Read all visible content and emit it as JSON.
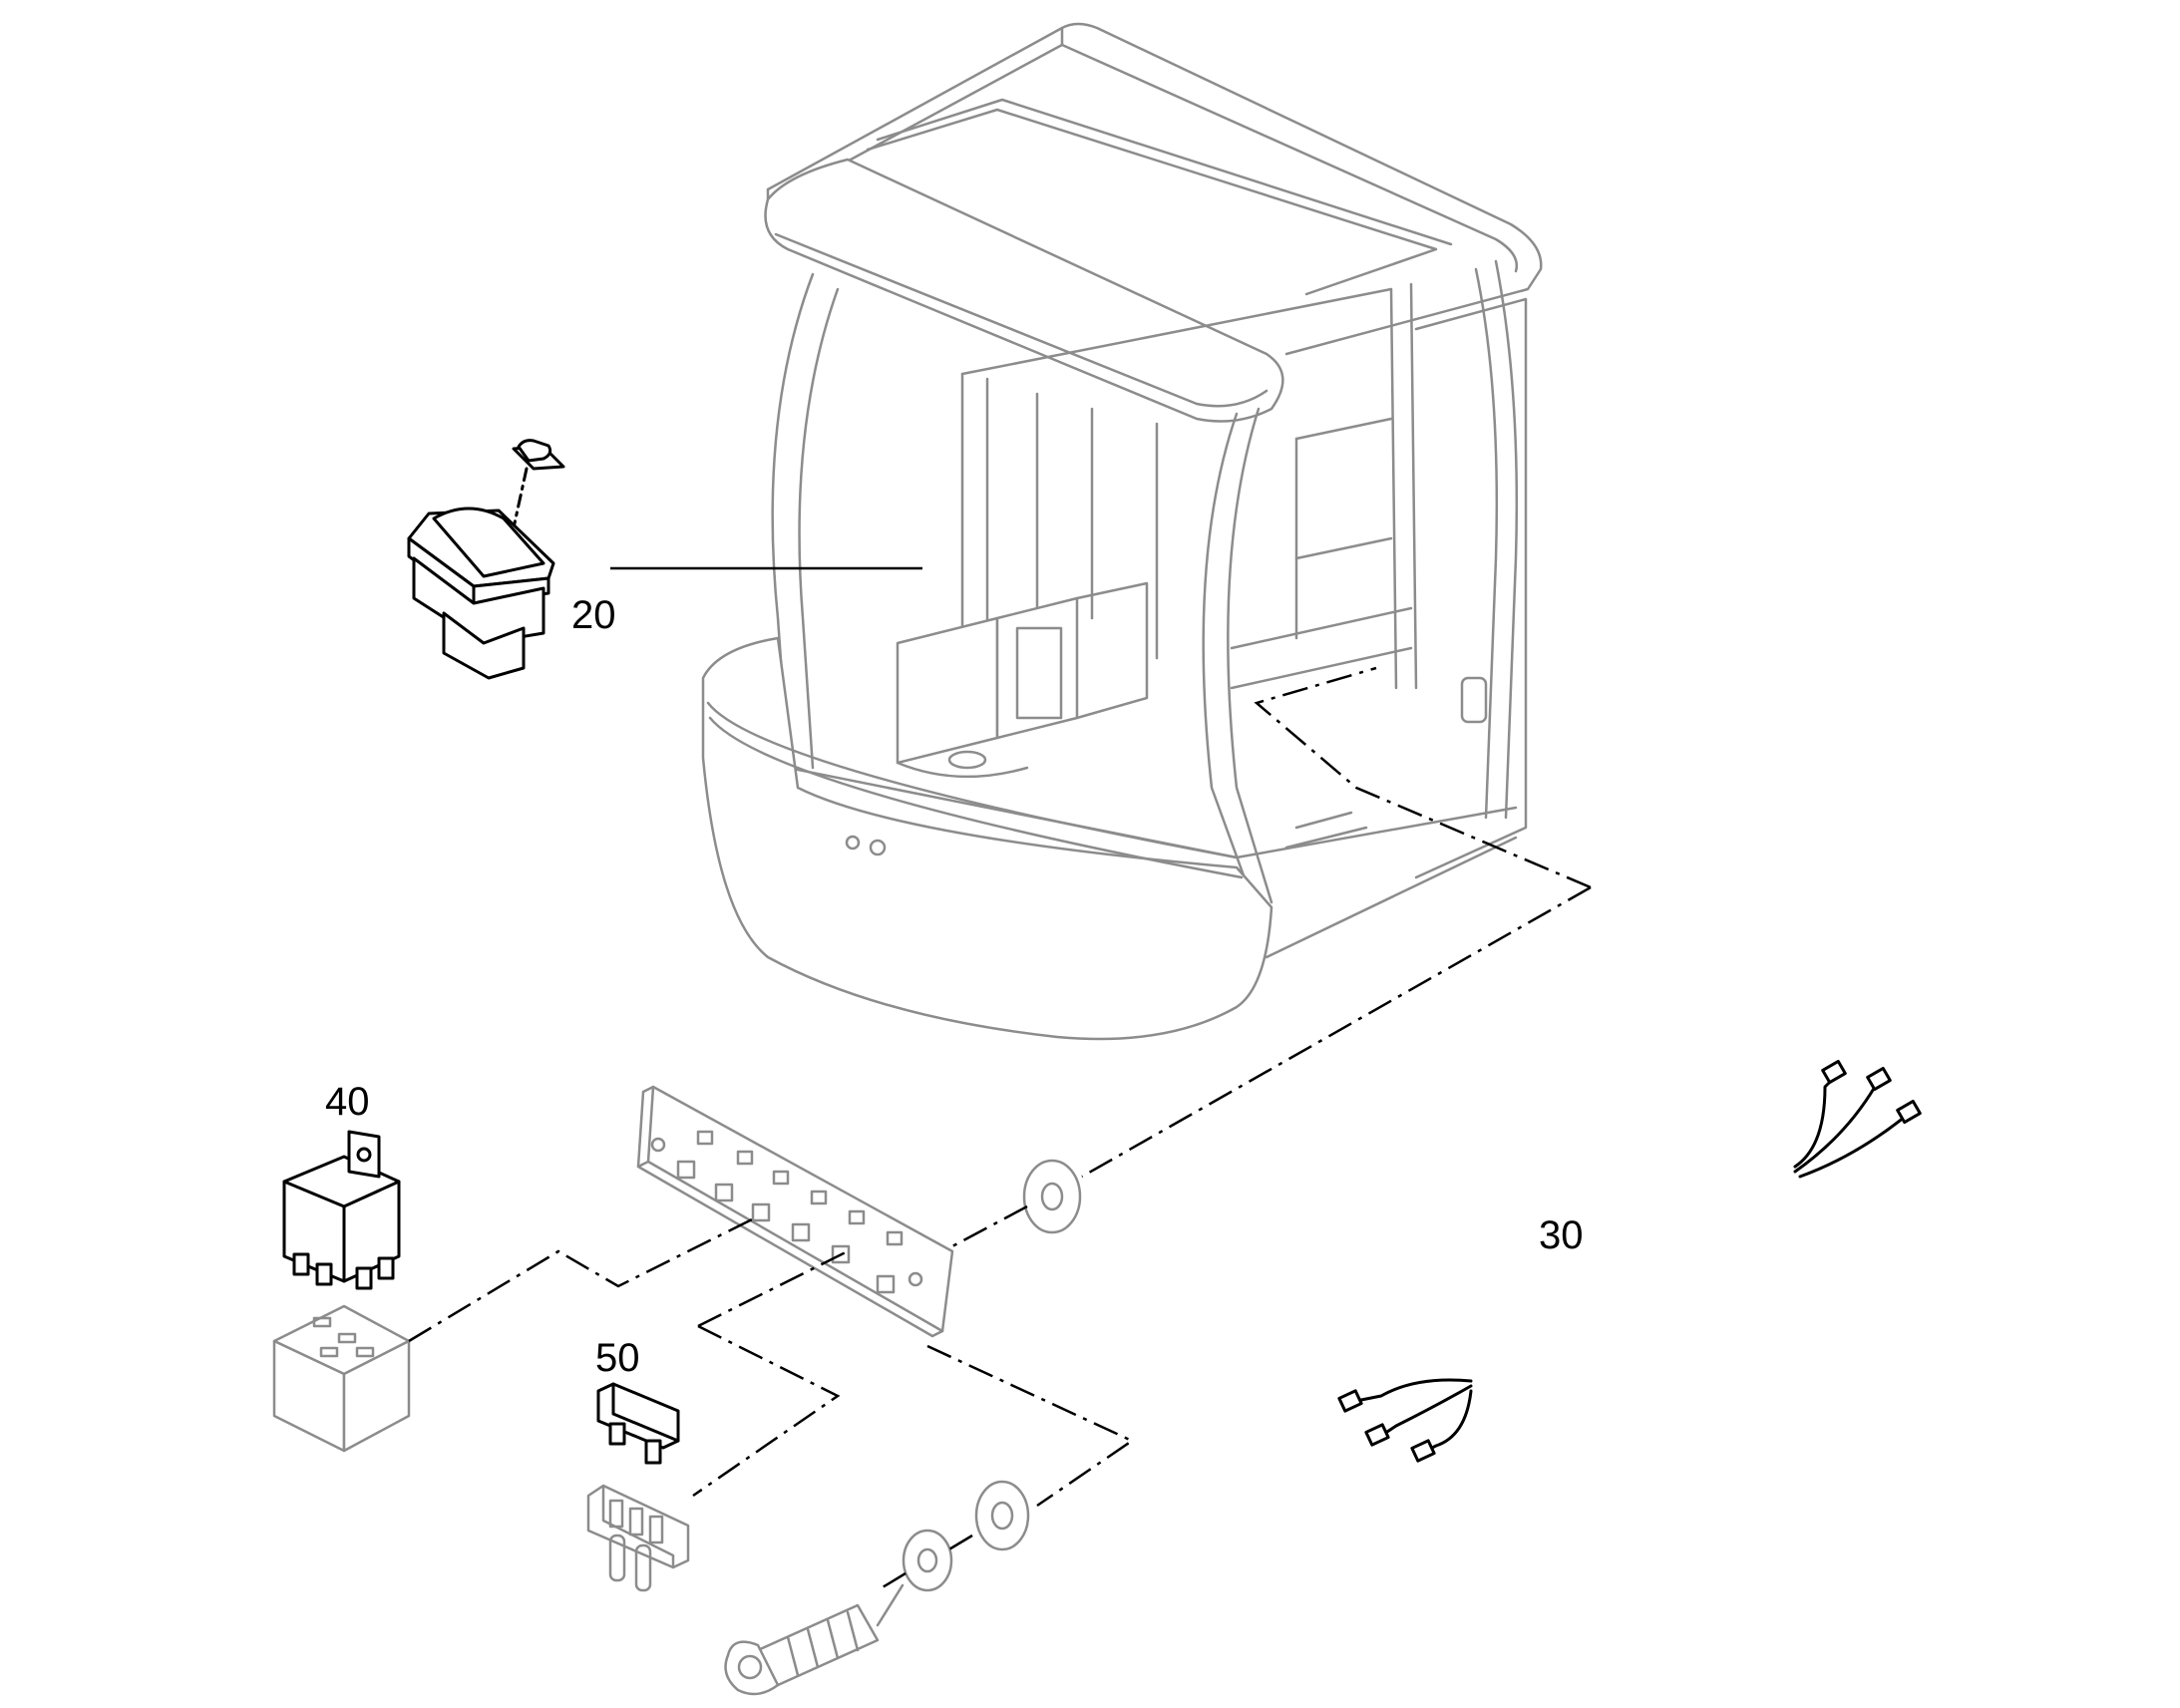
{
  "diagram": {
    "callouts": {
      "item_20": "20",
      "item_30": "30",
      "item_40": "40",
      "item_50": "50"
    },
    "colors": {
      "line": "#000000",
      "ghost_line": "#8c8c8c",
      "background": "#ffffff"
    },
    "icons": [
      "cab-frame",
      "rocker-switch",
      "relay",
      "relay-socket",
      "fuse",
      "fuse-holder",
      "relay-panel",
      "washer",
      "bolt",
      "wire-harness"
    ]
  }
}
